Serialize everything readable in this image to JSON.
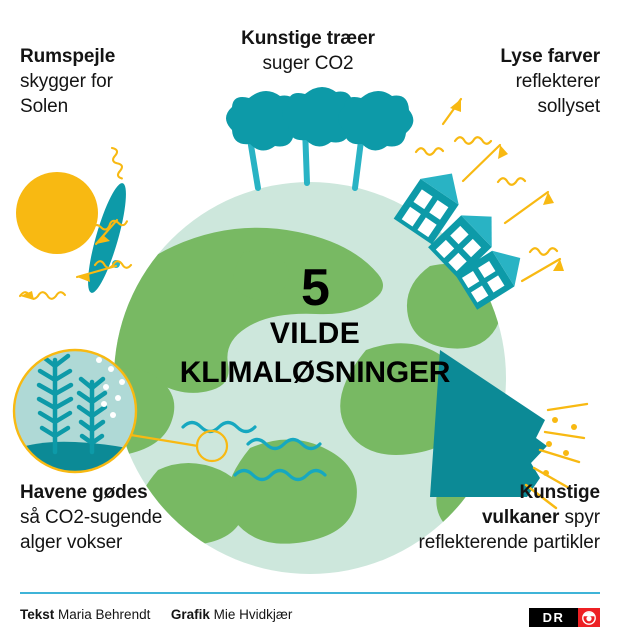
{
  "meta": {
    "title": "5 VILDE KLIMALØSNINGER",
    "language": "da"
  },
  "colors": {
    "teal": "#0D9AA8",
    "teal_dark": "#0C8A96",
    "teal_light": "#29B3C4",
    "green": "#78B963",
    "mint": "#CDE7DC",
    "yellow": "#F8B912",
    "wave_blue": "#16A8C0",
    "rule_blue": "#3FB4D8",
    "logo_red": "#ED2024",
    "text": "#141414"
  },
  "center_title": {
    "number": "5",
    "line2": "VILDE",
    "line3": "KLIMALØSNINGER"
  },
  "callouts": {
    "mirrors": {
      "bold": "Rumspejle",
      "line2": "skygger for",
      "line3": "Solen"
    },
    "trees": {
      "bold": "Kunstige træer",
      "line2": "suger CO2"
    },
    "colors": {
      "bold": "Lyse farver",
      "line2": "reflekterer",
      "line3": "sollyset"
    },
    "ocean": {
      "bold": "Havene gødes",
      "line2": "så CO2-sugende",
      "line3": "alger vokser"
    },
    "volcano": {
      "line1": "Kunstige",
      "bold": "vulkaner",
      "line2_rest": " spyr",
      "line3": "reflekterende partikler"
    }
  },
  "footer": {
    "text_label": "Tekst",
    "text_author": "Maria Behrendt",
    "graphic_label": "Grafik",
    "graphic_author": "Mie Hvidkjær",
    "logo_text": "DR"
  }
}
